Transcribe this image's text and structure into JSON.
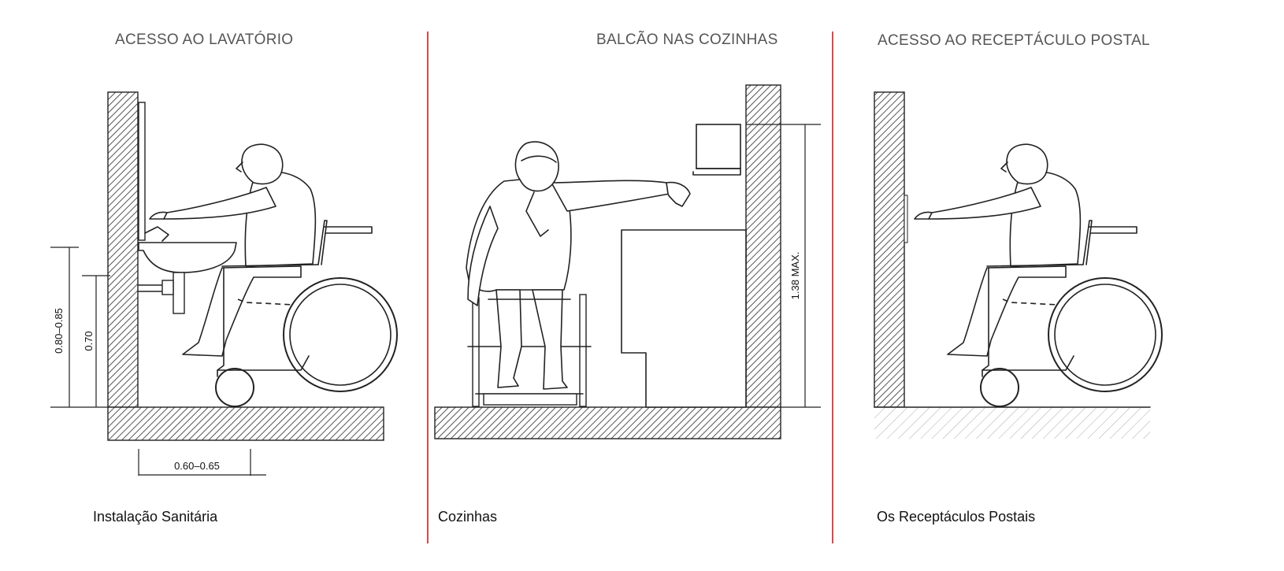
{
  "panels": [
    {
      "title": "ACESSO AO LAVATÓRIO",
      "caption": "Instalação Sanitária",
      "dimensions": {
        "height_outer": "0.80–0.85",
        "height_inner": "0.70",
        "depth": "0.60–0.65"
      }
    },
    {
      "title": "BALCÃO NAS COZINHAS",
      "caption": "Cozinhas",
      "dimensions": {
        "reach_height": "1.38 MAX."
      }
    },
    {
      "title": "ACESSO AO RECEPTÁCULO POSTAL",
      "caption": "Os Receptáculos Postais"
    }
  ],
  "colors": {
    "divider": "#d84a4a",
    "line": "#222222",
    "title": "#555555"
  },
  "icons": [
    "wheelchair-user-icon",
    "sink-icon",
    "cabinet-icon",
    "mailbox-icon"
  ]
}
